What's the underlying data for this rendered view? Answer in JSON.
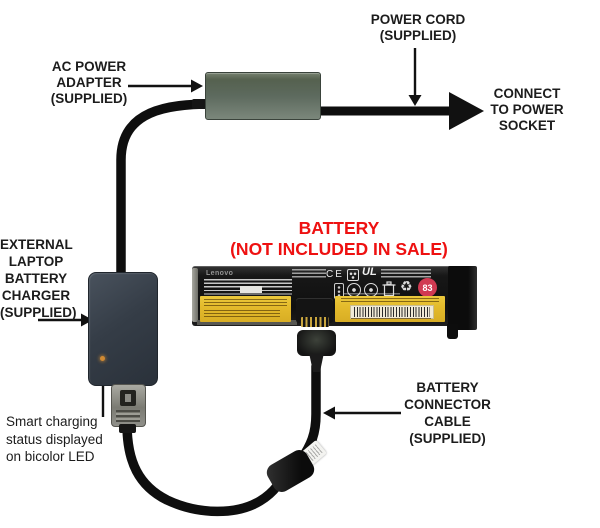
{
  "labels": {
    "power_cord": [
      "POWER CORD",
      "(SUPPLIED)"
    ],
    "connect_socket": [
      "CONNECT",
      "TO POWER",
      "SOCKET"
    ],
    "ac_adapter": [
      "AC POWER",
      "ADAPTER",
      "(SUPPLIED)"
    ],
    "external_charger": [
      "EXTERNAL",
      "LAPTOP",
      "BATTERY",
      "CHARGER",
      "(SUPPLIED)"
    ],
    "battery_warning": [
      "BATTERY",
      "(NOT INCLUDED IN SALE)"
    ],
    "connector_cable": [
      "BATTERY",
      "CONNECTOR",
      "CABLE",
      "(SUPPLIED)"
    ],
    "smart_led": [
      "Smart charging",
      "status displayed",
      "on bicolor LED"
    ]
  },
  "battery": {
    "brand": "Lenovo",
    "badge": "83",
    "ce_mark": "CE",
    "ul_mark": "UL"
  },
  "colors": {
    "background": "#ffffff",
    "annotation_text": "#1c1c1c",
    "warning_text": "#ee1111",
    "arrow": "#111111",
    "cable": "#0e0e0e",
    "adapter_green": "#5d6a5e",
    "charger_gray": "#363e48",
    "battery_black": "#141414",
    "label_yellow": "#e4bb2c",
    "badge_red": "#d13a52",
    "led_orange": "#d08a33"
  }
}
